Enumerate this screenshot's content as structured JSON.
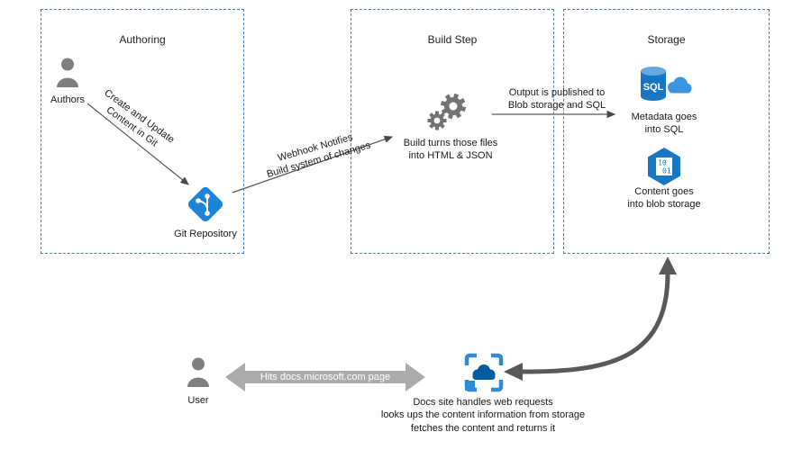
{
  "frames": {
    "authoring": {
      "title": "Authoring"
    },
    "build": {
      "title": "Build Step"
    },
    "storage": {
      "title": "Storage"
    }
  },
  "nodes": {
    "authors": {
      "label": "Authors"
    },
    "git": {
      "label": "Git Repository"
    },
    "build": {
      "label": "Build turns those files\ninto HTML & JSON"
    },
    "sql": {
      "label": "Metadata goes\ninto SQL",
      "icon_text": "SQL"
    },
    "blob": {
      "label": "Content goes\ninto blob storage",
      "icon_line1": "10",
      "icon_line2": "01"
    },
    "user": {
      "label": "User"
    },
    "docs": {
      "label": "Docs site handles web requests\nlooks ups the content information from storage\nfetches the content and returns it"
    }
  },
  "edges": {
    "authors_to_git": {
      "label": "Create and Update\nContent in Git"
    },
    "git_to_build": {
      "label": "Webhook Notifies\nBuild system of changes"
    },
    "build_to_storage": {
      "label": "Output is published to\nBlob storage and SQL"
    },
    "user_to_docs": {
      "label": "Hits docs.microsoft.com page"
    }
  },
  "colors": {
    "frame_border": "#3D7EBB",
    "azure_blue": "#1777C4",
    "bright_blue": "#2E8BD8",
    "dark_blue": "#005BA1",
    "icon_gray": "#7F7F7F",
    "band_arrow_gray": "#ABABAB",
    "curve_arrow_gray": "#595959"
  }
}
